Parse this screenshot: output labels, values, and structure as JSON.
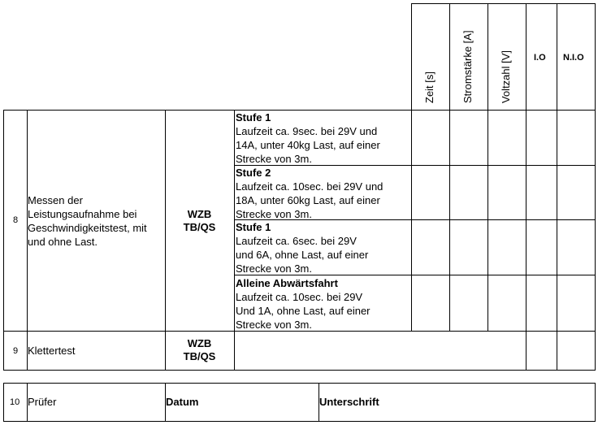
{
  "header": {
    "col_zeit": "Zeit [s]",
    "col_strom": "Stromstärke [A]",
    "col_volt": "Voltzahl [V]",
    "col_io": "I.O",
    "col_nio": "N.I.O"
  },
  "row8": {
    "number": "8",
    "description": [
      "Messen der",
      "Leistungsaufnahme bei",
      "Geschwindigkeitstest, mit",
      "und ohne Last."
    ],
    "responsible": [
      "WZB",
      "TB/QS"
    ],
    "steps": [
      {
        "title": "Stufe 1",
        "lines": [
          "Laufzeit ca. 9sec. bei 29V und",
          "14A, unter 40kg Last, auf einer",
          "Strecke von 3m."
        ]
      },
      {
        "title": "Stufe 2",
        "lines": [
          "Laufzeit ca. 10sec. bei 29V und",
          "18A, unter 60kg Last, auf einer",
          "Strecke von 3m."
        ]
      },
      {
        "title": "Stufe 1",
        "lines": [
          "Laufzeit ca. 6sec. bei 29V",
          "und 6A, ohne Last, auf einer",
          "Strecke von 3m."
        ]
      },
      {
        "title": "Alleine Abwärtsfahrt",
        "lines": [
          "Laufzeit ca. 10sec. bei 29V",
          "Und 1A, ohne Last, auf einer",
          "Strecke von 3m."
        ]
      }
    ]
  },
  "row9": {
    "number": "9",
    "description": "Klettertest",
    "responsible": [
      "WZB",
      "TB/QS"
    ]
  },
  "row10": {
    "number": "10",
    "pruefer": "Prüfer",
    "datum": "Datum",
    "unterschrift": "Unterschrift"
  }
}
